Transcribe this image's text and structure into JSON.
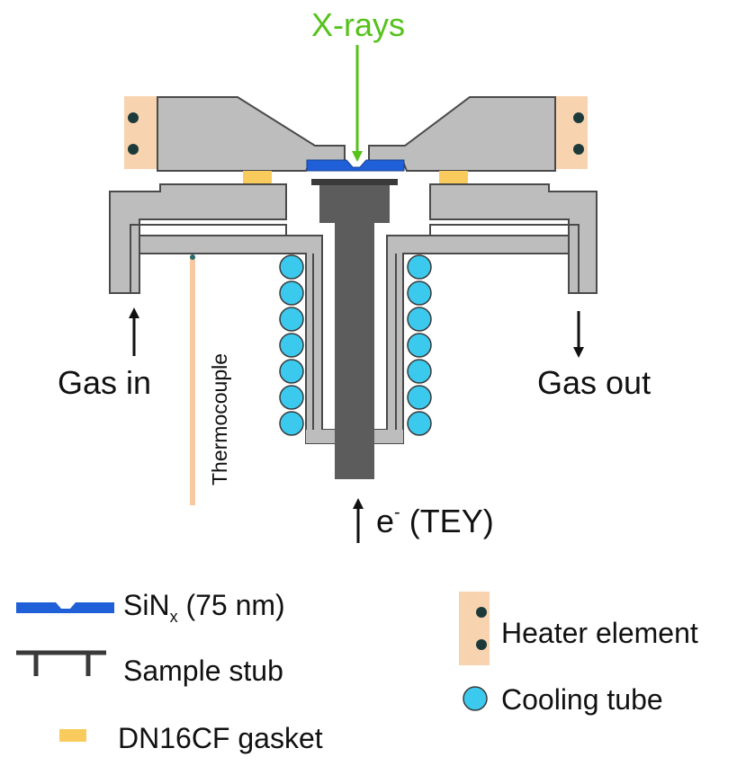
{
  "labels": {
    "xrays": "X-rays",
    "gas_in": "Gas in",
    "gas_out": "Gas out",
    "thermocouple": "Thermocouple",
    "tey_e": "e",
    "tey_sup": "-",
    "tey_rest": " (TEY)"
  },
  "legend": {
    "sinx_main": "SiN",
    "sinx_sub": "x",
    "sinx_rest": " (75 nm)",
    "sample_stub": "Sample stub",
    "gasket": "DN16CF gasket",
    "heater": "Heater element",
    "cooling": "Cooling tube"
  },
  "colors": {
    "body_fill": "#bdbdbd",
    "body_stroke": "#4a4a4a",
    "stub": "#5c5c5c",
    "window": "#1f5fd8",
    "gasket": "#f9cb5c",
    "heater": "#f8d3b0",
    "heater_dot": "#1c3a3a",
    "cooling": "#3cc9ee",
    "cooling_stroke": "#3a3a3a",
    "xray": "#55c21a",
    "thermocouple": "#f6c9a0"
  }
}
